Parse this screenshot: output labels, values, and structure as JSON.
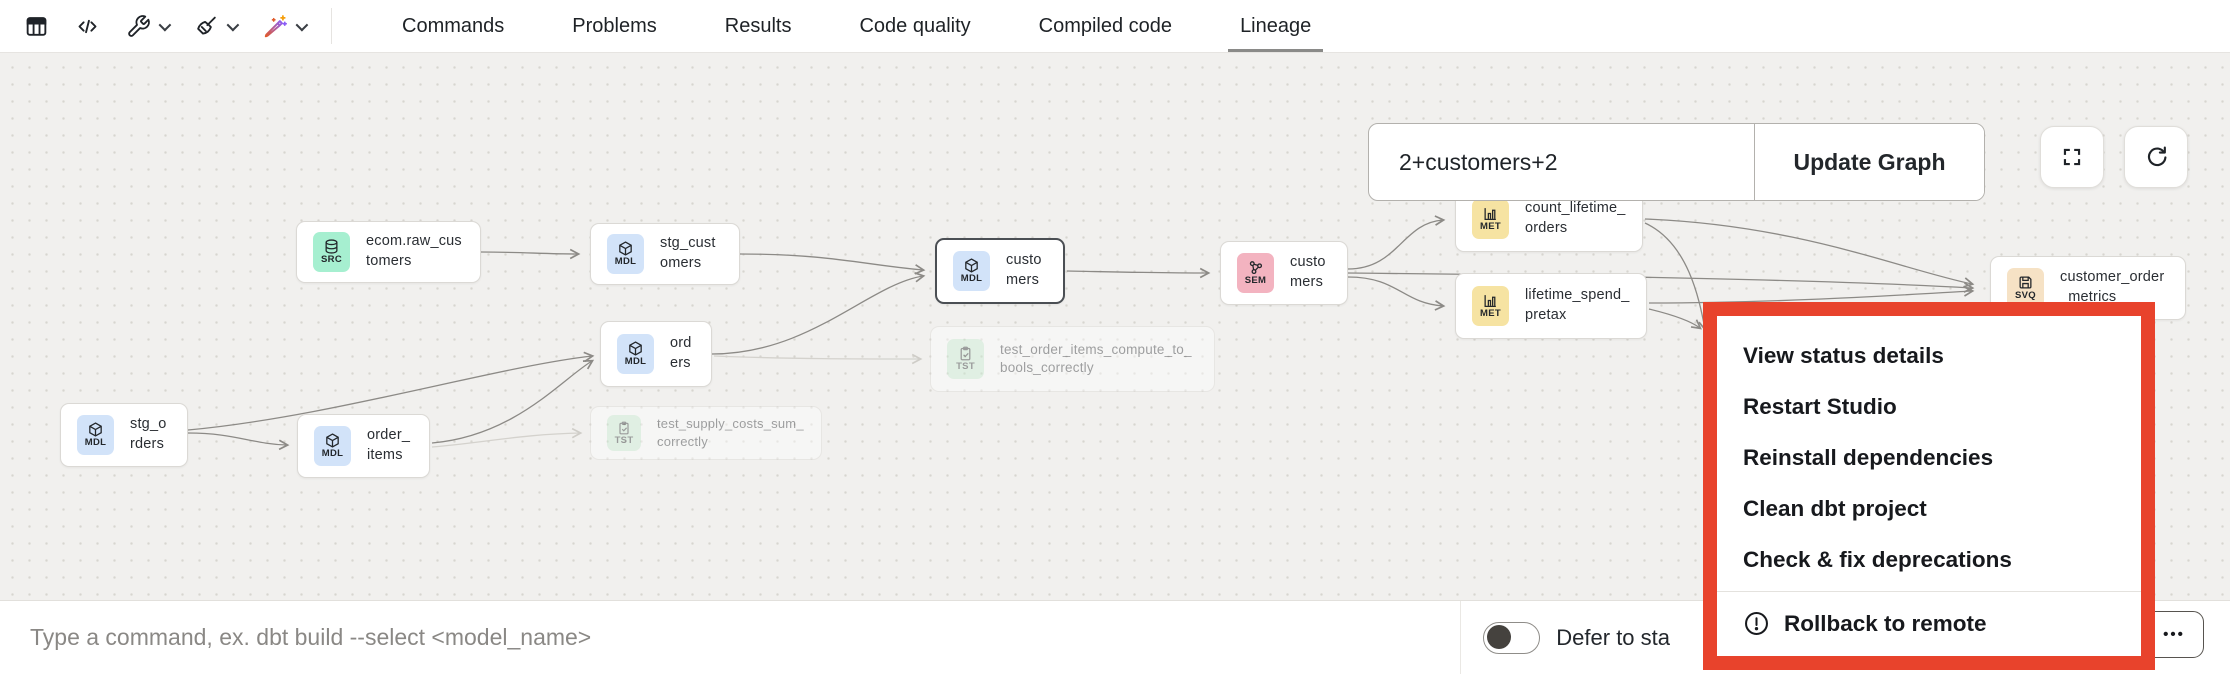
{
  "toolbar": {
    "icons": [
      "table-icon",
      "code-icon",
      "wrench-icon",
      "broom-icon",
      "magic-wand-icon"
    ],
    "tabs": [
      {
        "label": "Commands"
      },
      {
        "label": "Problems"
      },
      {
        "label": "Results"
      },
      {
        "label": "Code quality"
      },
      {
        "label": "Compiled code"
      },
      {
        "label": "Lineage"
      }
    ],
    "active_tab": "Lineage"
  },
  "lineage": {
    "selector_value": "2+customers+2",
    "update_button_label": "Update Graph",
    "view_buttons": [
      "fullscreen-icon",
      "refresh-icon"
    ],
    "nodes": [
      {
        "label": "ecom.raw_customers",
        "badge": "SRC",
        "type": "source"
      },
      {
        "label": "stg_customers",
        "badge": "MDL",
        "type": "model"
      },
      {
        "label": "customers",
        "badge": "MDL",
        "type": "model",
        "state": "selected"
      },
      {
        "label": "customers",
        "badge": "SEM",
        "type": "semantic_model"
      },
      {
        "label": "count_lifetime_orders",
        "badge": "MET",
        "type": "metric"
      },
      {
        "label": "lifetime_spend_pretax",
        "badge": "MET",
        "type": "metric"
      },
      {
        "label": "customer_order_metrics",
        "badge": "SVQ",
        "type": "saved_query"
      },
      {
        "label": "orders",
        "badge": "MDL",
        "type": "model"
      },
      {
        "label": "test_order_items_compute_to_bools_correctly",
        "badge": "TST",
        "type": "test",
        "state": "faded"
      },
      {
        "label": "stg_orders",
        "badge": "MDL",
        "type": "model"
      },
      {
        "label": "order_items",
        "badge": "MDL",
        "type": "model"
      },
      {
        "label": "test_supply_costs_sum_correctly",
        "badge": "TST",
        "type": "test",
        "state": "faded"
      }
    ]
  },
  "menu": {
    "border_color": "#E8432C",
    "items": [
      {
        "label": "View status details"
      },
      {
        "label": "Restart Studio"
      },
      {
        "label": "Reinstall dependencies"
      },
      {
        "label": "Clean dbt project"
      },
      {
        "label": "Check & fix deprecations"
      },
      {
        "label": "Rollback to remote",
        "icon": "alert-circle-icon"
      }
    ]
  },
  "bottom_bar": {
    "command_placeholder": "Type a command, ex. dbt build --select <model_name>",
    "defer_toggle_label": "Defer to sta",
    "defer_toggle_state": "off",
    "more_button_label": "•••"
  }
}
